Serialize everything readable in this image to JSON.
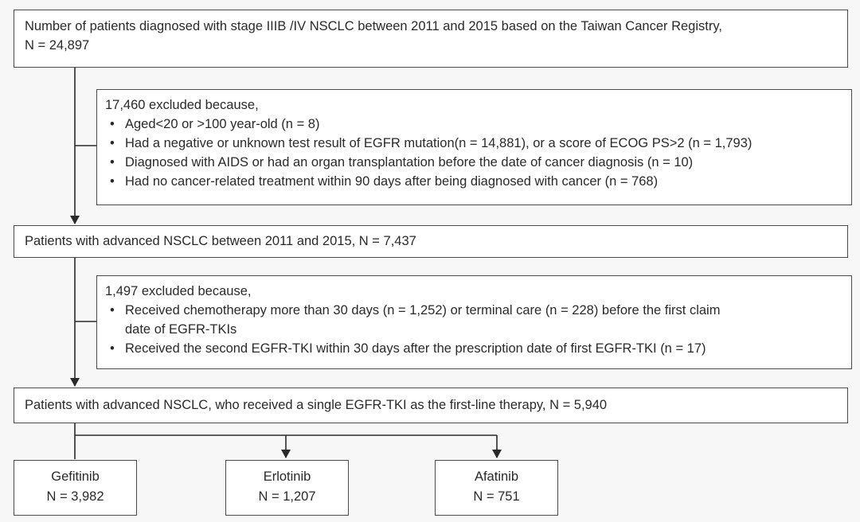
{
  "box_registry": {
    "line1": "Number  of patients diagnosed with stage IIIB /IV NSCLC between 2011 and 2015 based on the Taiwan Cancer Registry,",
    "line2": "N = 24,897"
  },
  "exclusion_1": {
    "heading": "17,460 excluded because,",
    "items": [
      "Aged<20 or >100 year-old (n = 8)",
      "Had a negative or unknown  test result of EGFR mutation(n = 14,881),  or a  score of ECOG PS>2 (n = 1,793)",
      "Diagnosed with AIDS or had an organ transplantation before the date of cancer diagnosis (n = 10)",
      "Had no cancer-related treatment within 90 days after being diagnosed with cancer (n = 768)"
    ]
  },
  "box_advanced": {
    "text": "Patients with advanced NSCLC between 2011 and 2015,  N = 7,437"
  },
  "exclusion_2": {
    "heading": "1,497 excluded because,",
    "items": [
      {
        "line1": "Received chemotherapy  more  than  30 days (n = 1,252) or terminal care (n = 228)  before the first claim",
        "line2": "date of EGFR-TKIs"
      },
      {
        "line1": "Received the second EGFR-TKI within 30 days after the prescription date of first EGFR-TKI (n = 17)"
      }
    ]
  },
  "box_single_tki": {
    "text": "Patients with advanced NSCLC, who received a single EGFR-TKI as the first-line therapy, N = 5,940"
  },
  "arms": [
    {
      "name": "Gefitinib",
      "n": "N = 3,982"
    },
    {
      "name": "Erlotinib",
      "n": "N = 1,207"
    },
    {
      "name": "Afatinib",
      "n": "N = 751"
    }
  ]
}
